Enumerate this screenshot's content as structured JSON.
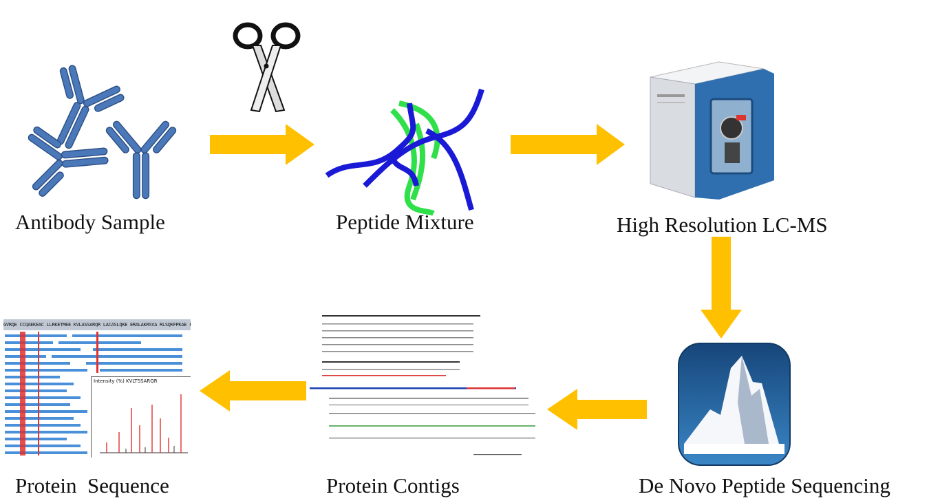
{
  "colors": {
    "arrow": "#ffc000",
    "antibody": "#4a78b8",
    "peptide_blue": "#1a1ad6",
    "peptide_green": "#2fe04a",
    "ms_blue": "#2f6fb0",
    "peak_red": "#e03030",
    "app_icon_blue": "#1f5a92"
  },
  "steps": {
    "antibody_sample": "Antibody Sample",
    "peptide_mixture": "Peptide Mixture",
    "lc_ms": "High Resolution LC-MS",
    "de_novo": "De Novo Peptide Sequencing",
    "protein_contigs": "Protein Contigs",
    "protein_sequence": "Protein  Sequence"
  },
  "icons": {
    "antibodies": "antibody-molecules-icon",
    "scissors": "scissors-icon",
    "peptides": "peptide-mixture-icon",
    "mass_spec": "mass-spectrometer-icon",
    "de_novo_app": "mountain-app-icon",
    "contigs_screenshot": "alignment-table-thumbnail",
    "sequence_screenshot": "sequence-coverage-thumbnail"
  },
  "sequence_thumbnail": {
    "sequence_text": "GVRQE CCQAEKEAC LLRKETMEE KVLASSARQR LACASLQKE ERALAKRSVA RLSQKFPKAE FVEVTKLVTD",
    "spectrum_title": "Intensity (%) KVLTSSARQR"
  }
}
